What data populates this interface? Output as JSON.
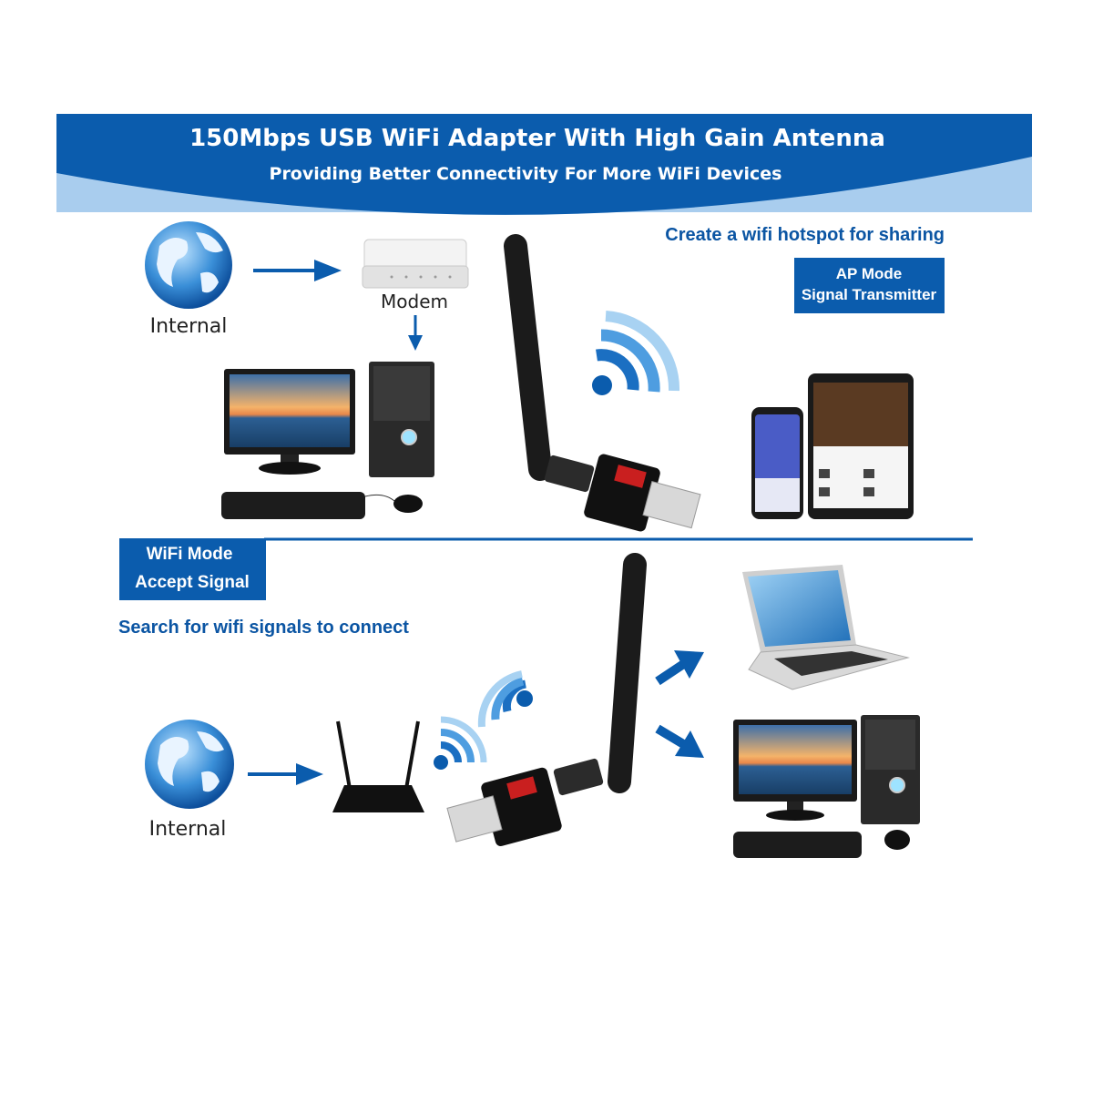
{
  "banner": {
    "title": "150Mbps USB WiFi Adapter With High Gain Antenna",
    "subtitle": "Providing Better Connectivity For More WiFi Devices"
  },
  "ap_section": {
    "caption": "Create a wifi hotspot for sharing",
    "mode_line1": "AP Mode",
    "mode_line2": "Signal Transmitter",
    "globe_label": "Internal",
    "modem_label": "Modem"
  },
  "wifi_section": {
    "mode_line1": "WiFi Mode",
    "mode_line2": "Accept Signal",
    "caption": "Search for wifi signals to connect",
    "globe_label": "Internal"
  },
  "colors": {
    "brand_blue": "#0b5cad",
    "light_blue": "#a9cdee",
    "caption_blue": "#0b55a3"
  }
}
